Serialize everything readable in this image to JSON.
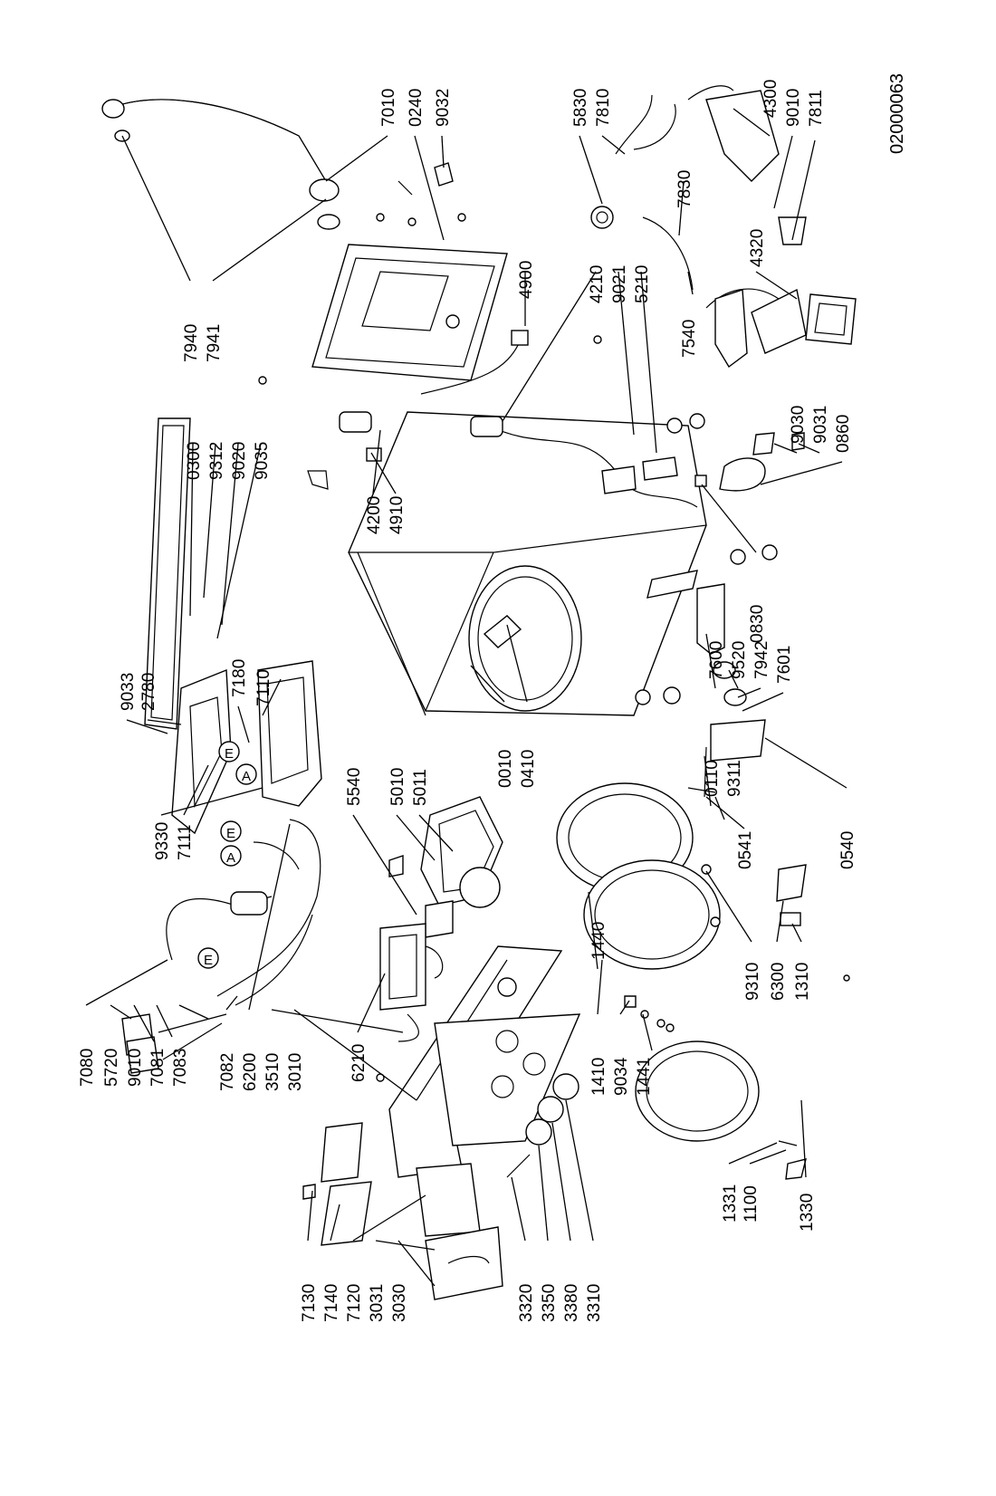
{
  "diagram_id": "02000063",
  "marker_labels": {
    "a": "A",
    "e": "E"
  },
  "callouts": [
    "7940",
    "7941",
    "7010",
    "0240",
    "9032",
    "0300",
    "9312",
    "9020",
    "9035",
    "4900",
    "4210",
    "9021",
    "5210",
    "4200",
    "4910",
    "5830",
    "7810",
    "7830",
    "7540",
    "4300",
    "9010",
    "7811",
    "4320",
    "9030",
    "9031",
    "0860",
    "0830",
    "9033",
    "2780",
    "7180",
    "7110",
    "9330",
    "7111",
    "0010",
    "0410",
    "7600",
    "9520",
    "7942",
    "7601",
    "0110",
    "9311",
    "0541",
    "0540",
    "5540",
    "5010",
    "5011",
    "7080",
    "5720",
    "9010",
    "7081",
    "7083",
    "7082",
    "6200",
    "3510",
    "3010",
    "6210",
    "1440",
    "1410",
    "9034",
    "1441",
    "9310",
    "6300",
    "1310",
    "1331",
    "1100",
    "1330",
    "7130",
    "7140",
    "7120",
    "3031",
    "3030",
    "3320",
    "3350",
    "3380",
    "3310"
  ]
}
